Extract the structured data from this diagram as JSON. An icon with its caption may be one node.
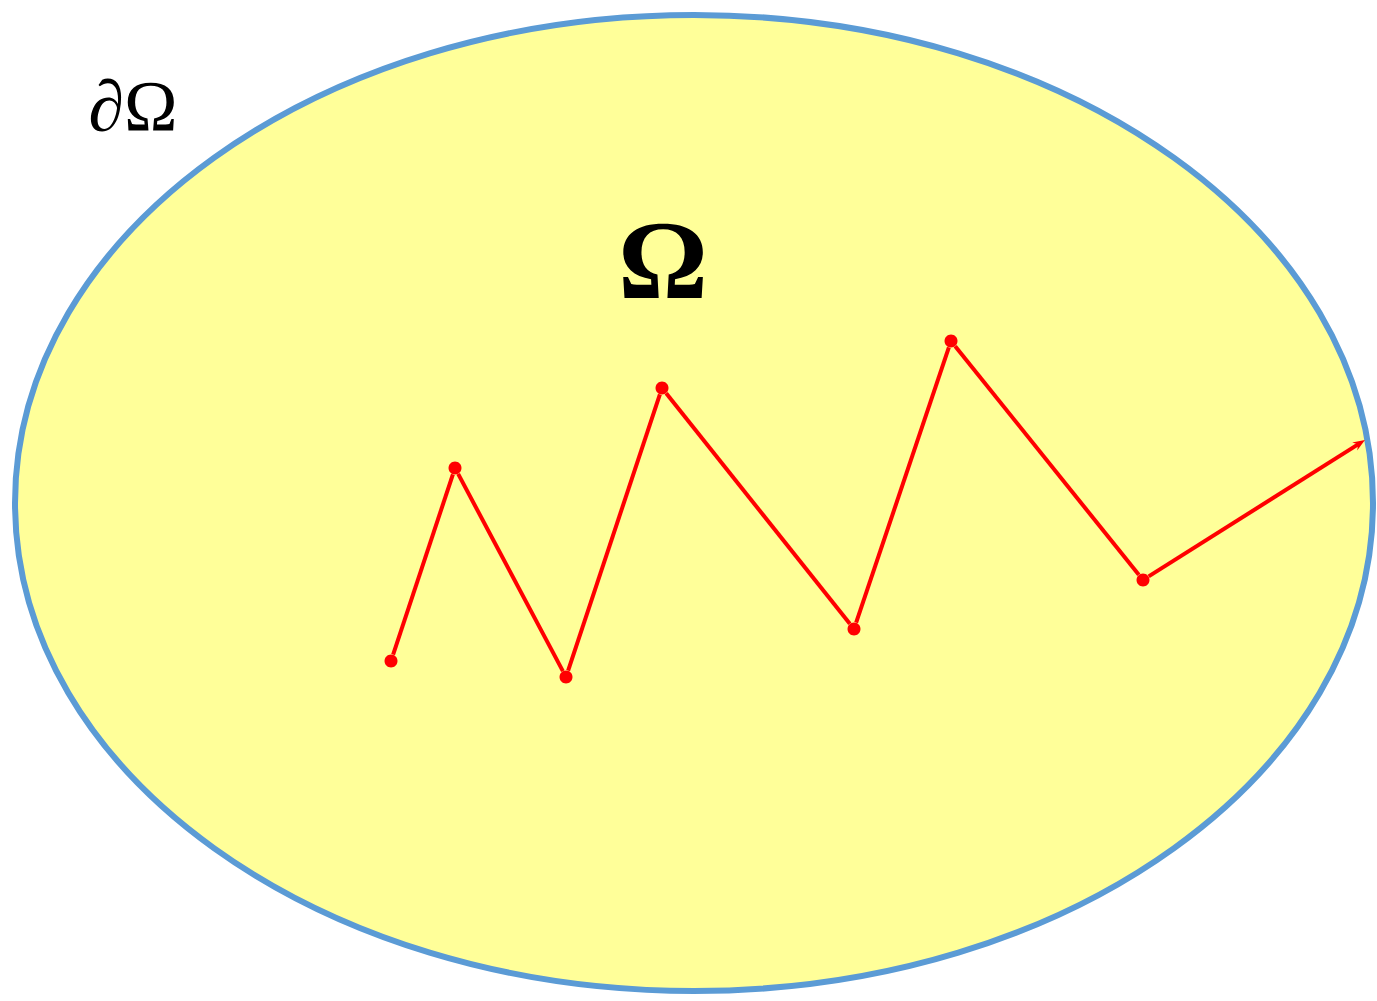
{
  "diagram": {
    "nodes": [
      {
        "text": [
          "Ω"
        ],
        "beside": [
          "∂Ω"
        ]
      },
      {
        "text": [],
        "shape": "circle",
        "in": 0
      },
      {
        "text": [],
        "shape": "circle",
        "in": 0
      },
      {
        "text": [],
        "shape": "circle",
        "in": 0
      },
      {
        "text": [],
        "shape": "circle",
        "in": 0
      },
      {
        "text": [],
        "shape": "circle",
        "in": 0
      },
      {
        "text": [],
        "shape": "circle",
        "in": 0
      },
      {
        "text": [],
        "shape": "circle",
        "in": 0
      }
    ],
    "edges": [
      {
        "from": 1,
        "to": 2,
        "arrow": "none"
      },
      {
        "from": 2,
        "to": 3,
        "arrow": "none"
      },
      {
        "from": 3,
        "to": 4,
        "arrow": "none"
      },
      {
        "from": 4,
        "to": 5,
        "arrow": "none"
      },
      {
        "from": 5,
        "to": 6,
        "arrow": "none"
      },
      {
        "from": 6,
        "to": 7,
        "arrow": "none"
      },
      {
        "from": 7,
        "to": null,
        "arrow": "to"
      }
    ]
  }
}
